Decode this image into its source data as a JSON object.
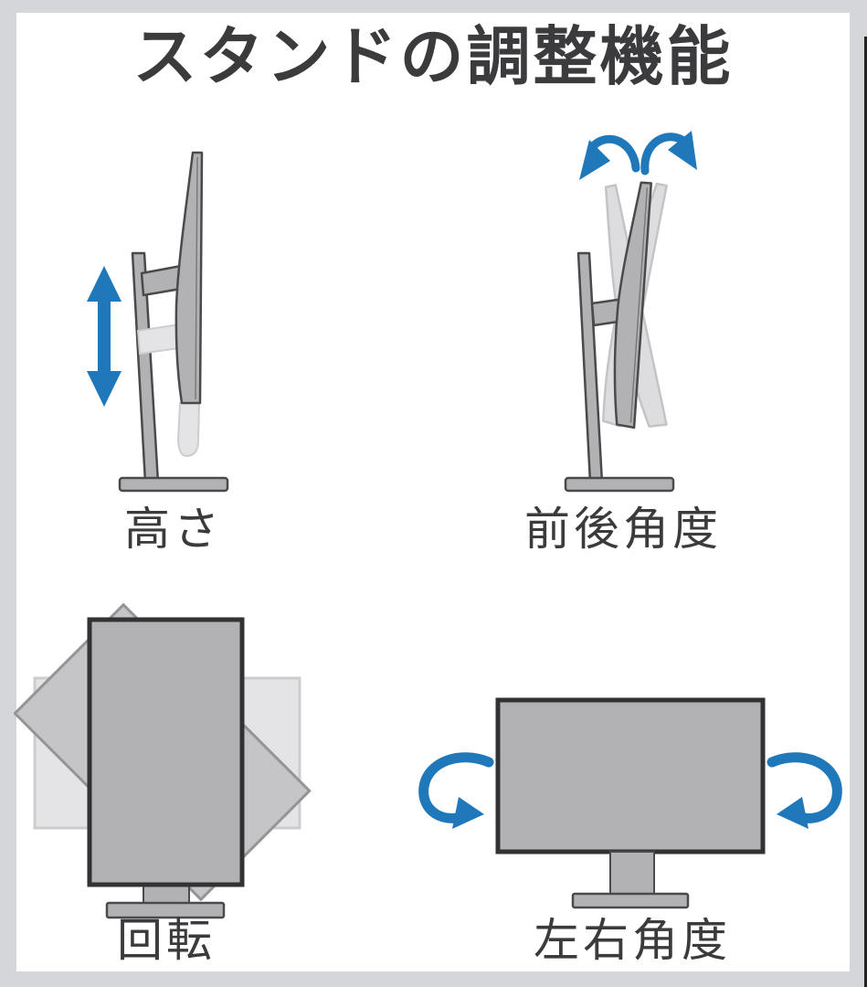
{
  "title": "スタンドの調整機能",
  "figures": {
    "height": {
      "label": "高さ",
      "icon": "up-down-arrow-icon"
    },
    "tilt": {
      "label": "前後角度",
      "icon": "tilt-arc-arrows-icon"
    },
    "pivot": {
      "label": "回転",
      "icon": "rotated-screens-icon"
    },
    "swivel": {
      "label": "左右角度",
      "icon": "swivel-arc-arrows-icon"
    }
  },
  "colors": {
    "accent-blue": "#1e78ba",
    "ink": "#3b3b3d",
    "panel-gray": "#b2b2b4",
    "panel-outline": "#4a4a4c",
    "monitor-outline": "#323234",
    "ghost-gray": "#dddde0",
    "ghost-outline": "#c4c4c6",
    "ghost-light": "#e4e4e6",
    "ghost-light-outline": "#cdcdcf",
    "diamond-gray": "#c5c5c7",
    "diamond-outline": "#949496",
    "frame-gray": "#d5d6d9",
    "edge-dark": "#232325",
    "canvas-white": "#ffffff"
  }
}
